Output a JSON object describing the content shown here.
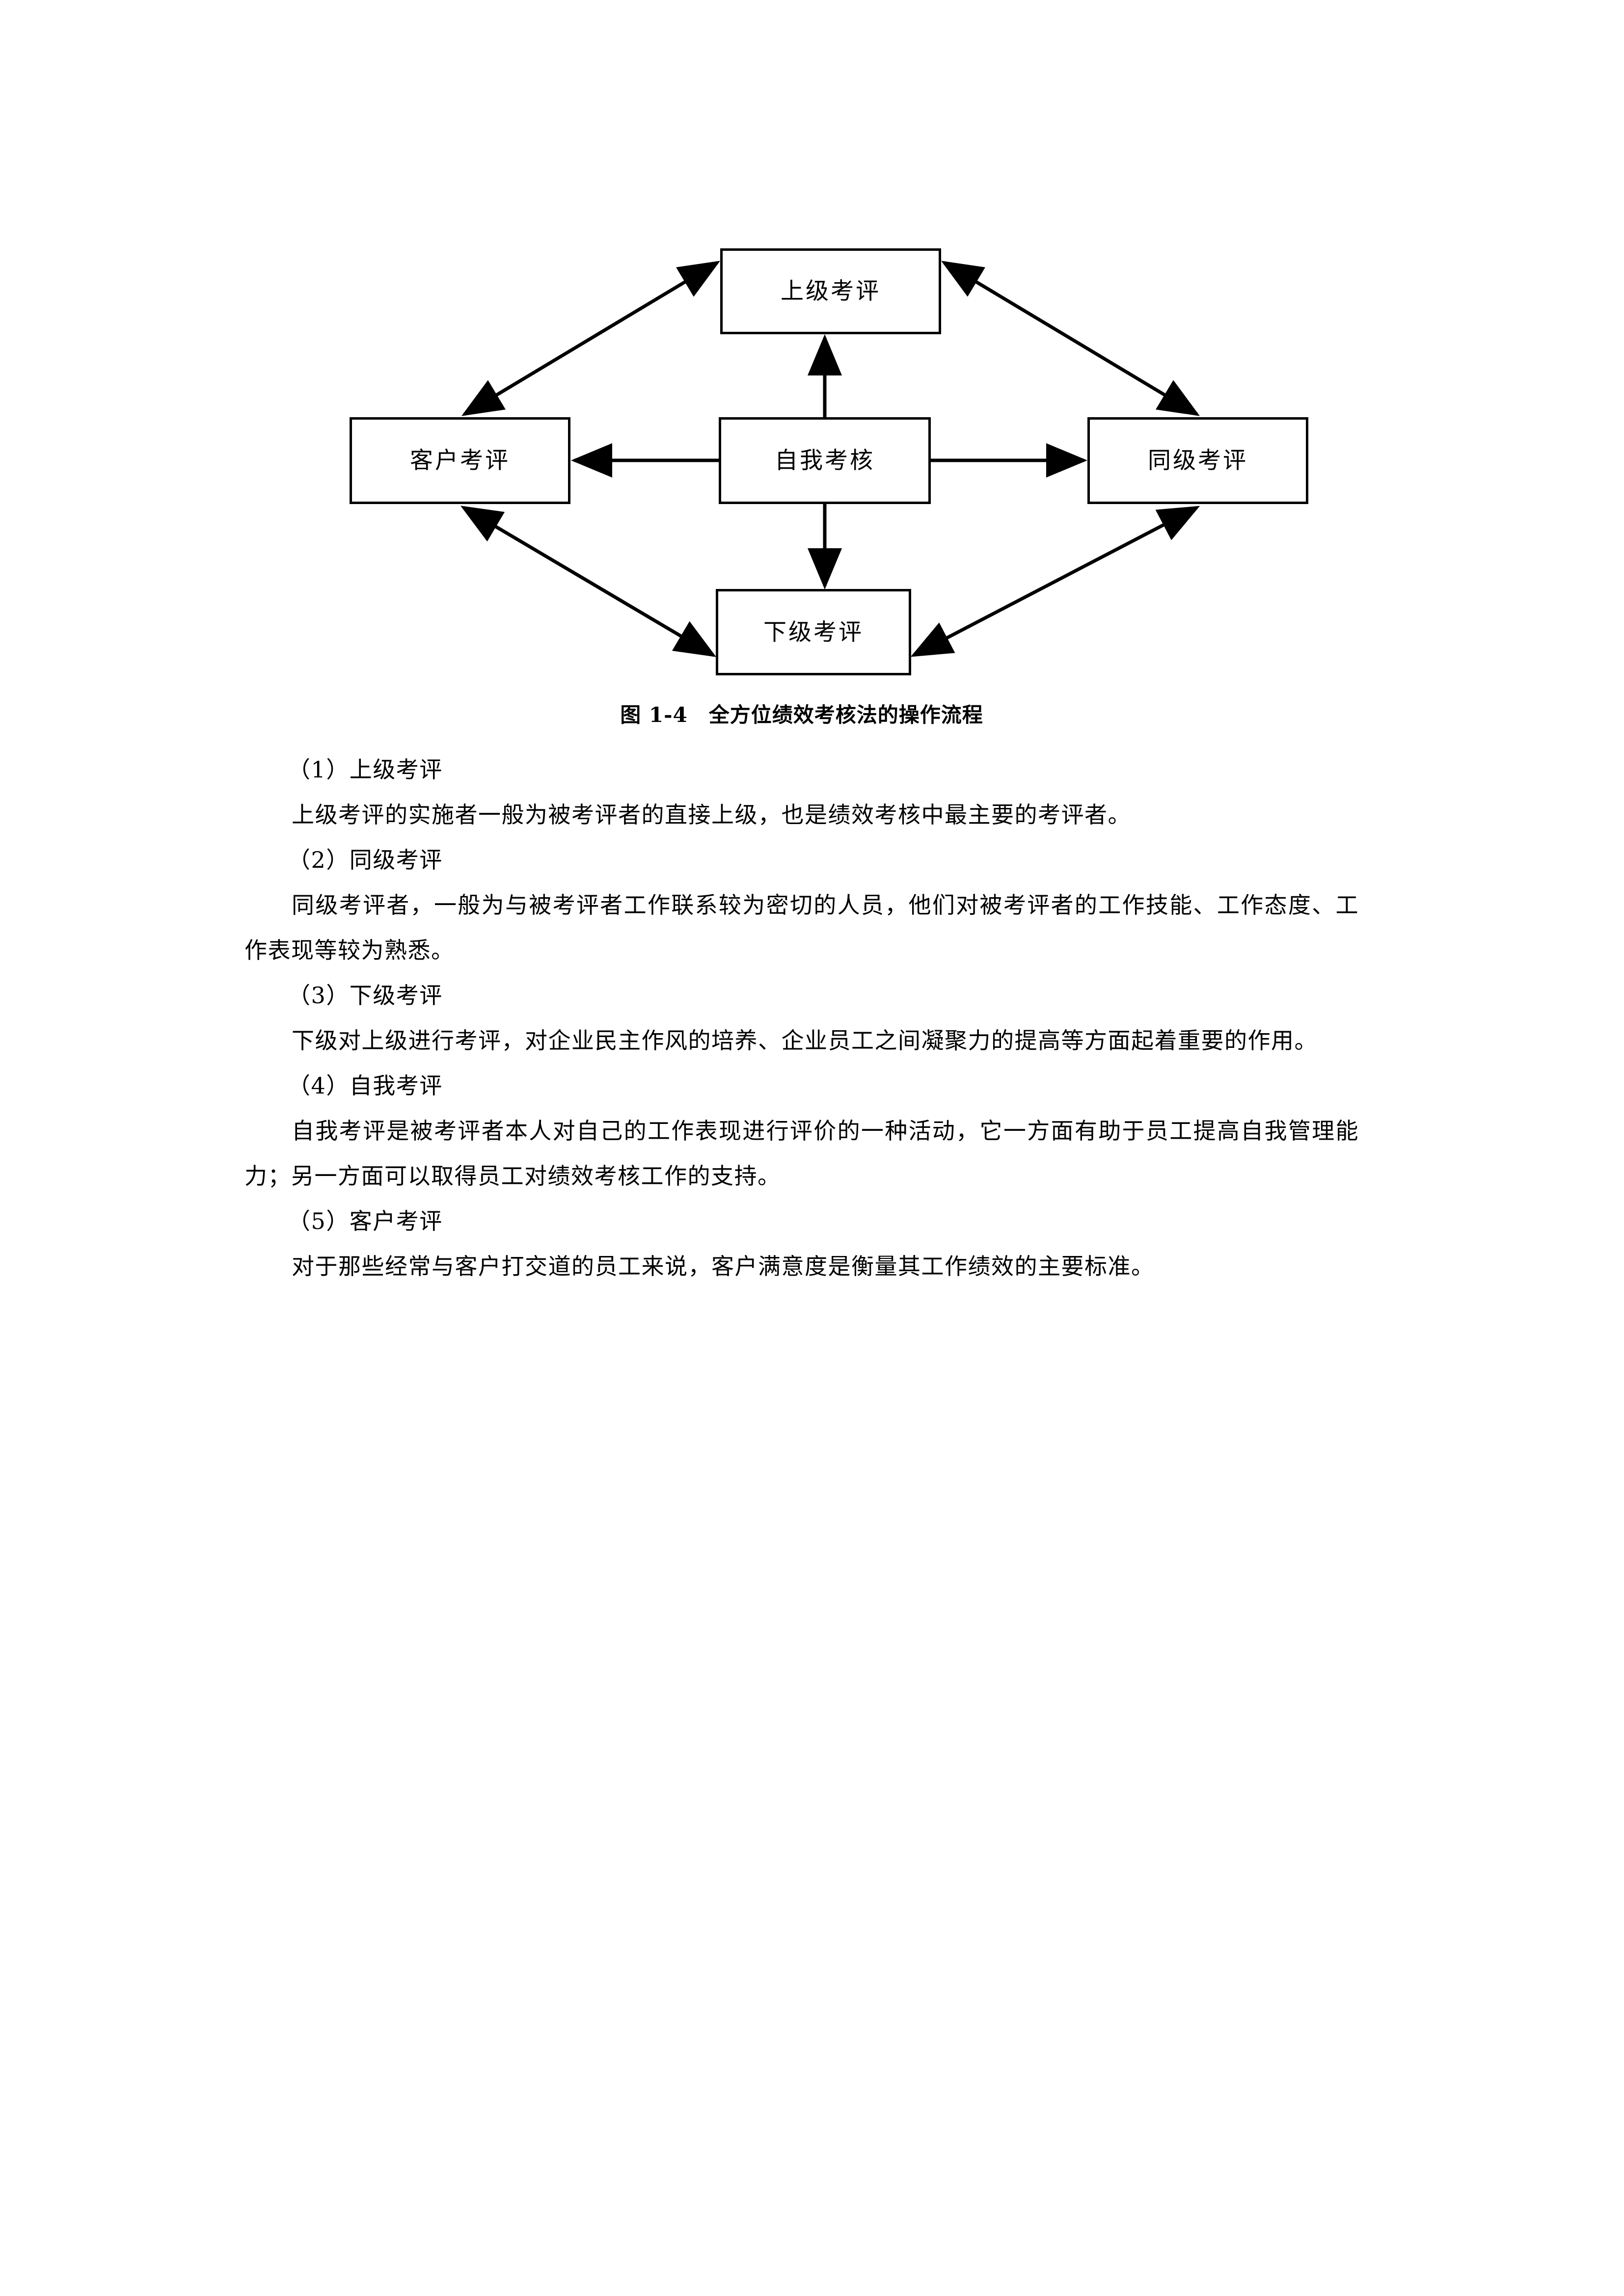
{
  "figure": {
    "caption": "图 1-4　全方位绩效考核法的操作流程",
    "nodes": {
      "superior": "上级考评",
      "customer": "客户考评",
      "self": "自我考核",
      "peer": "同级考评",
      "subordinate": "下级考评"
    },
    "stroke_color": "#000000",
    "fill_color": "#ffffff"
  },
  "sections": [
    {
      "heading": "（1）上级考评",
      "body": "上级考评的实施者一般为被考评者的直接上级，也是绩效考核中最主要的考评者。"
    },
    {
      "heading": "（2）同级考评",
      "body": "同级考评者，一般为与被考评者工作联系较为密切的人员，他们对被考评者的工作技能、工作态度、工作表现等较为熟悉。"
    },
    {
      "heading": "（3）下级考评",
      "body": "下级对上级进行考评，对企业民主作风的培养、企业员工之间凝聚力的提高等方面起着重要的作用。"
    },
    {
      "heading": "（4）自我考评",
      "body": "自我考评是被考评者本人对自己的工作表现进行评价的一种活动，它一方面有助于员工提高自我管理能力；另一方面可以取得员工对绩效考核工作的支持。"
    },
    {
      "heading": "（5）客户考评",
      "body": "对于那些经常与客户打交道的员工来说，客户满意度是衡量其工作绩效的主要标准。"
    }
  ]
}
